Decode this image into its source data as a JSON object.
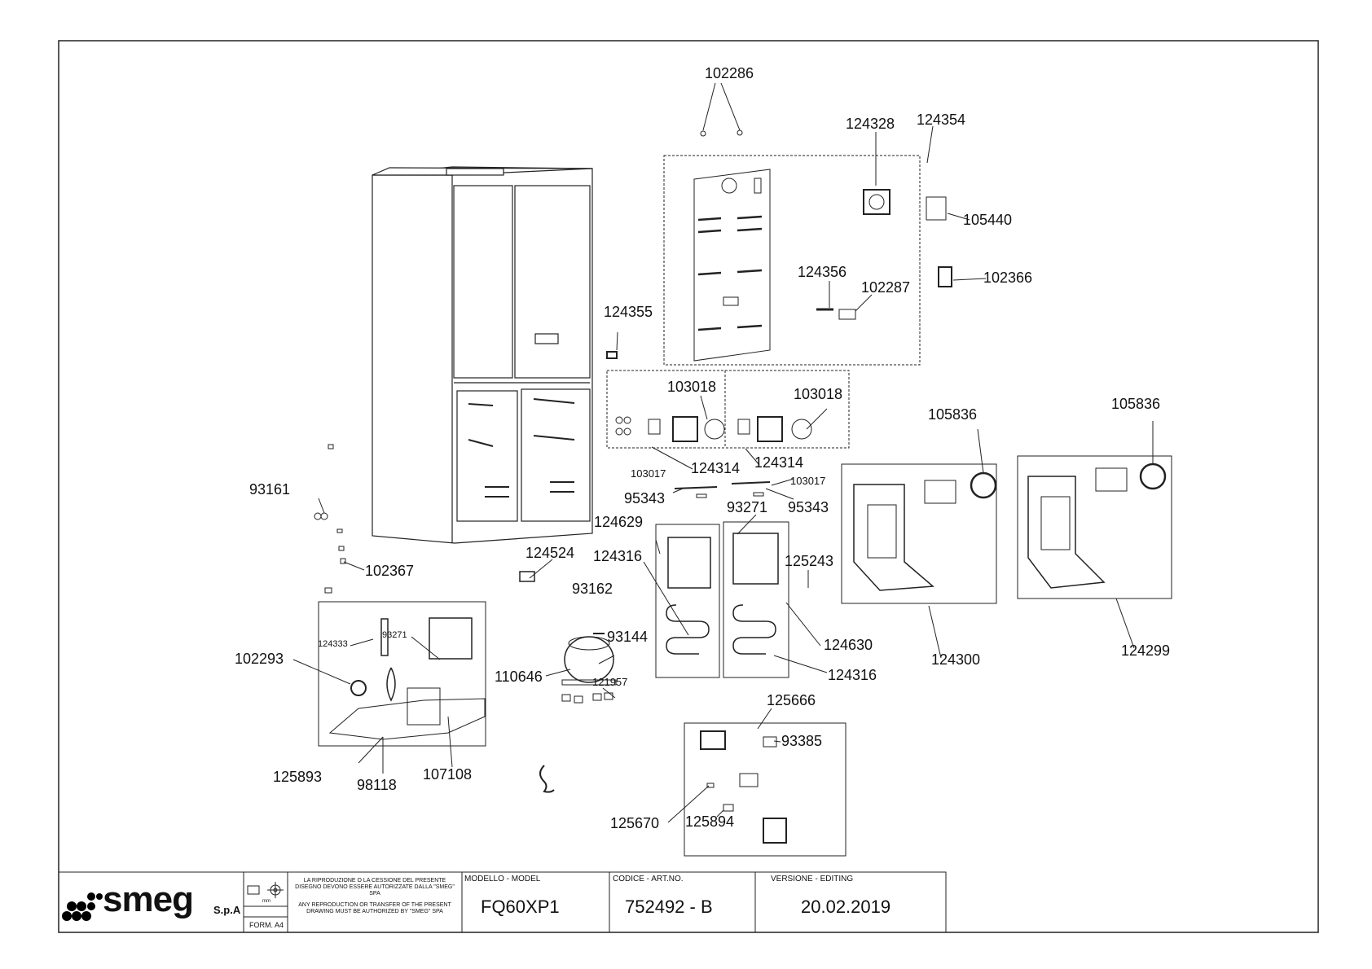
{
  "title_block": {
    "brand": "smeg",
    "brand_suffix": "S.p.A",
    "legal_it": "LA RIPRODUZIONE O LA CESSIONE DEL PRESENTE DISEGNO DEVONO ESSERE AUTORIZZATE DALLA \"SMEG\" SPA",
    "legal_en": "ANY REPRODUCTION OR TRANSFER OF THE PRESENT DRAWING MUST BE AUTHORIZED BY \"SMEG\" SPA",
    "units": "mm",
    "form": "FORM. A4",
    "model_caption": "MODELLO - MODEL",
    "model_value": "FQ60XP1",
    "code_caption": "CODICE - ART.NO.",
    "code_value": "752492 - B",
    "version_caption": "VERSIONE - EDITING",
    "version_value": "20.02.2019"
  },
  "part_labels": {
    "p102286": "102286",
    "p124328": "124328",
    "p124354": "124354",
    "p105440": "105440",
    "p124356": "124356",
    "p102287": "102287",
    "p102366": "102366",
    "p124355": "124355",
    "p103018a": "103018",
    "p103018b": "103018",
    "p105836a": "105836",
    "p105836b": "105836",
    "p124314a": "124314",
    "p124314b": "124314",
    "p103017a": "103017",
    "p103017b": "103017",
    "p95343a": "95343",
    "p95343b": "95343",
    "p93271a": "93271",
    "p93161": "93161",
    "p124629": "124629",
    "p124316a": "124316",
    "p125243": "125243",
    "p124524": "124524",
    "p102367": "102367",
    "p93162": "93162",
    "p93144": "93144",
    "p110646": "110646",
    "p121957": "121957",
    "p102293": "102293",
    "p124333": "124333",
    "p93271b": "93271",
    "p124630": "124630",
    "p124316b": "124316",
    "p124300": "124300",
    "p124299": "124299",
    "p125666": "125666",
    "p93385": "93385",
    "p125893": "125893",
    "p98118": "98118",
    "p107108": "107108",
    "p125670": "125670",
    "p125894": "125894"
  }
}
